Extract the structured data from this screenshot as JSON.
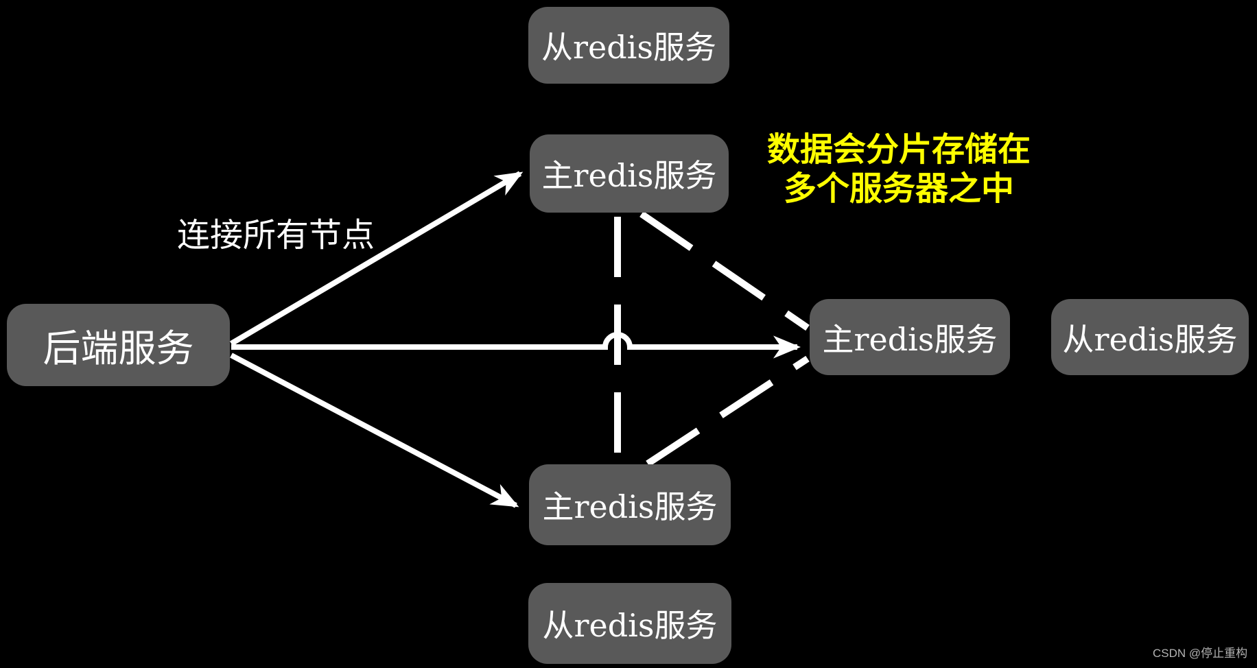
{
  "nodes": [
    {
      "id": "slave-redis-top",
      "label": "从redis服务"
    },
    {
      "id": "master-redis-top",
      "label": "主redis服务"
    },
    {
      "id": "backend-service",
      "label": "后端服务"
    },
    {
      "id": "master-redis-right",
      "label": "主redis服务"
    },
    {
      "id": "slave-redis-right",
      "label": "从redis服务"
    },
    {
      "id": "master-redis-bottom",
      "label": "主redis服务"
    },
    {
      "id": "slave-redis-bottom",
      "label": "从redis服务"
    }
  ],
  "labels": {
    "connect_all_nodes": "连接所有节点",
    "shard_note_line1": "数据会分片存储在",
    "shard_note_line2": "多个服务器之中"
  },
  "watermark": "CSDN @停止重构",
  "edges": [
    {
      "from": "backend-service",
      "to": "master-redis-top",
      "style": "solid-arrow"
    },
    {
      "from": "backend-service",
      "to": "master-redis-right",
      "style": "solid-arrow",
      "hop_over_crossing": true
    },
    {
      "from": "backend-service",
      "to": "master-redis-bottom",
      "style": "solid-arrow"
    },
    {
      "from": "master-redis-top",
      "to": "master-redis-bottom",
      "style": "dashed"
    },
    {
      "from": "master-redis-top",
      "to": "master-redis-right",
      "style": "dashed"
    },
    {
      "from": "master-redis-bottom",
      "to": "master-redis-right",
      "style": "dashed"
    }
  ],
  "colors": {
    "background": "#000000",
    "node_fill": "#595959",
    "node_text": "#ffffff",
    "connector": "#ffffff",
    "note_text": "#ffff00",
    "watermark_text": "#b3b3b3"
  }
}
